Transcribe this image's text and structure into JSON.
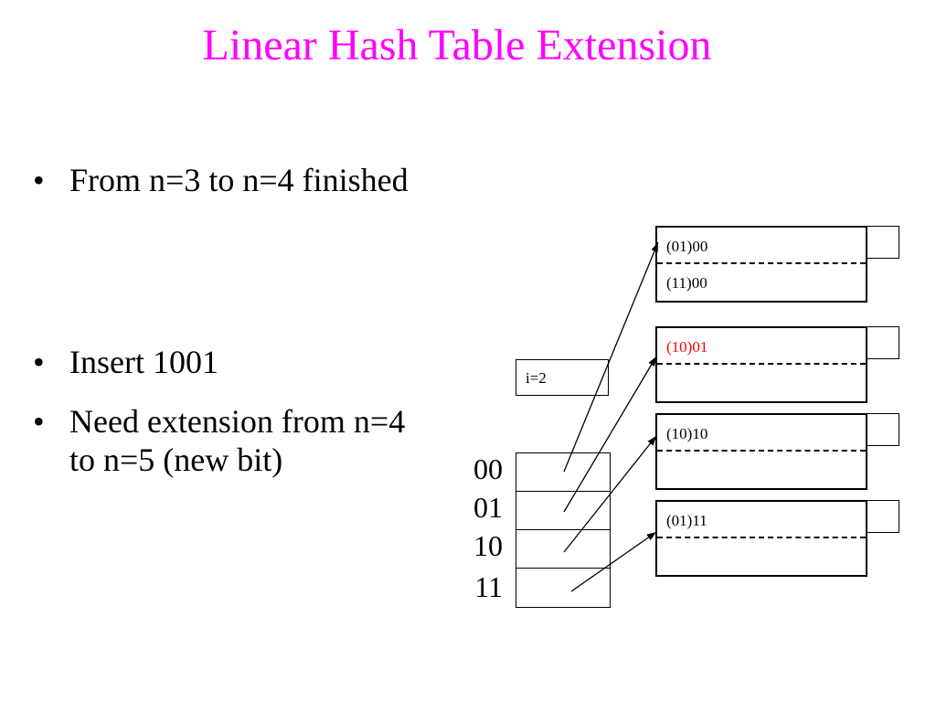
{
  "title": "Linear Hash Table Extension",
  "bullets": [
    "From n=3 to n=4 finished",
    "Insert 1001",
    "Need extension from n=4 to n=5 (new bit)"
  ],
  "bullet_lines": {
    "b3_line1": "Need extension from n=4",
    "b3_line2": "to n=5 (new bit)"
  },
  "bullet_marker": "•",
  "i_label": "i=2",
  "directory": {
    "labels": [
      "00",
      "01",
      "10",
      "11"
    ]
  },
  "buckets": [
    {
      "records": [
        "(01)00",
        "(11)00"
      ],
      "colors": [
        "#000000",
        "#000000"
      ]
    },
    {
      "records": [
        "(10)01",
        ""
      ],
      "colors": [
        "#ff0000",
        "#000000"
      ]
    },
    {
      "records": [
        "(10)10",
        ""
      ],
      "colors": [
        "#000000",
        "#000000"
      ]
    },
    {
      "records": [
        "(01)11",
        ""
      ],
      "colors": [
        "#000000",
        "#000000"
      ]
    }
  ],
  "colors": {
    "title": "#ff00ff",
    "highlight": "#ff0000"
  }
}
